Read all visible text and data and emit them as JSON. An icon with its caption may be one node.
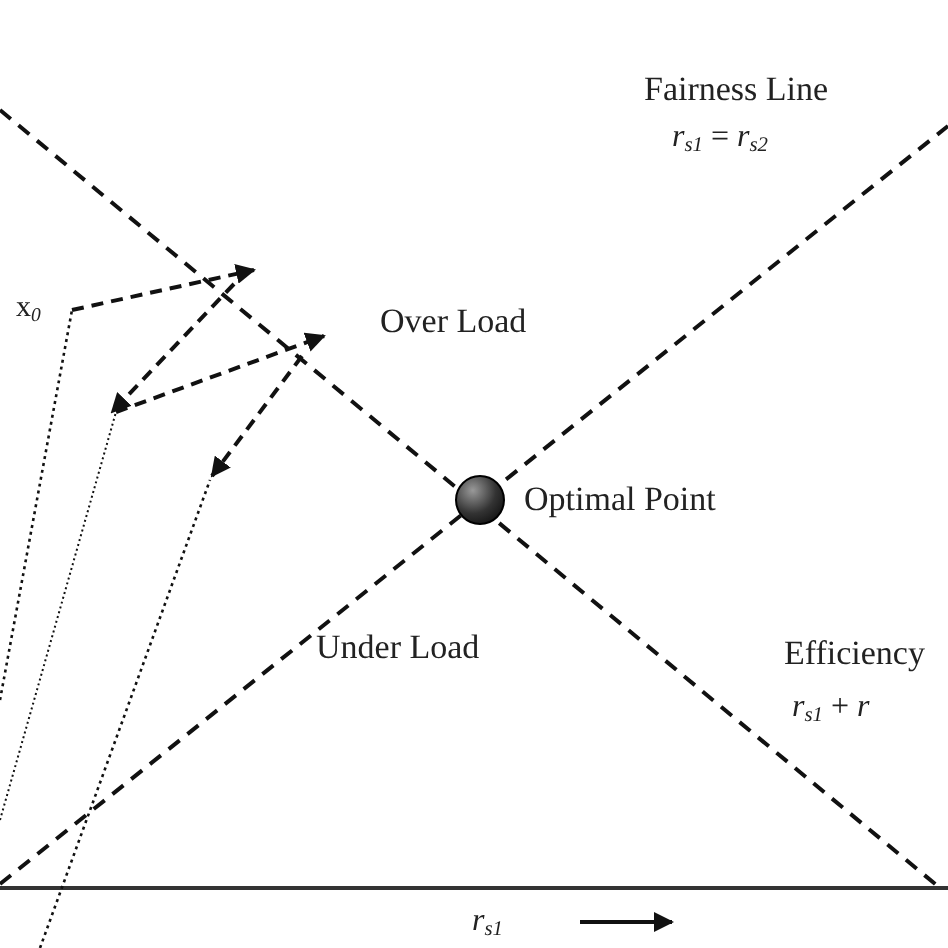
{
  "diagram": {
    "nodes": [
      {
        "text": [],
        "shape": "circle",
        "beside": [
          "Optimal Point"
        ]
      }
    ],
    "labels": [
      "Fairness Line",
      "*r*$_{s1}$ = *r*$_{s2}$",
      "x$_{0}$",
      "Over Load",
      "Under Load",
      "Efficiency",
      "*r*$_{s1}$ + *r*",
      "*r*$_{s1}$"
    ]
  }
}
